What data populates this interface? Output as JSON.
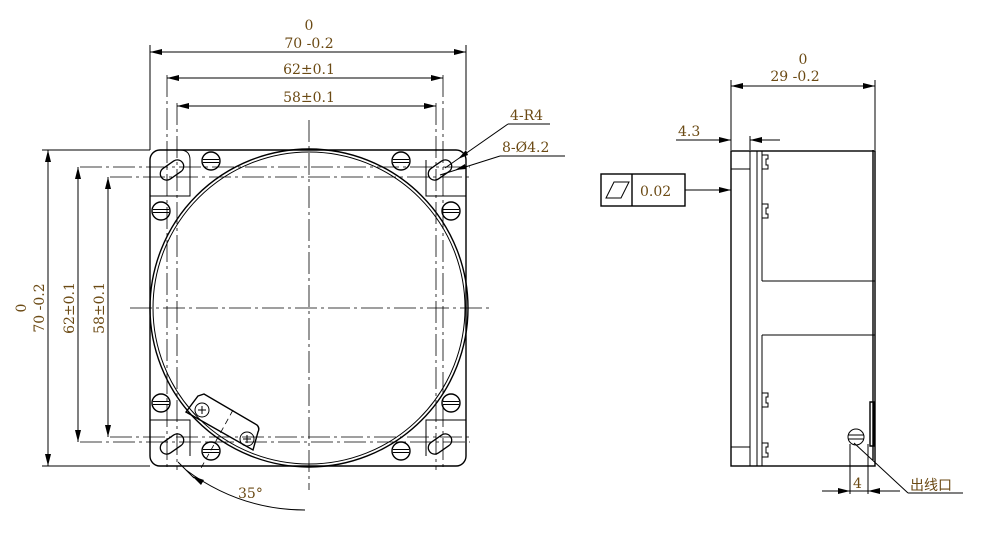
{
  "front_view": {
    "dim_width_overall": {
      "upper_dev": "0",
      "value": "70 -0.2"
    },
    "dim_width_62": "62±0.1",
    "dim_width_58": "58±0.1",
    "dim_height_overall": {
      "upper_dev": "0",
      "value": "70 -0.2"
    },
    "dim_height_62": "62±0.1",
    "dim_height_58": "58±0.1",
    "corner_radius_note": "4-R4",
    "hole_note": "8-Ø4.2",
    "angle": "35°"
  },
  "side_view": {
    "dim_depth": {
      "upper_dev": "0",
      "value": "29 -0.2"
    },
    "dim_flange": "4.3",
    "flatness_tolerance": {
      "symbol": "flatness",
      "value": "0.02"
    },
    "dim_outlet": "4",
    "outlet_label": "出线口"
  },
  "colors": {
    "text": "#6b4a14",
    "line": "#000000"
  }
}
